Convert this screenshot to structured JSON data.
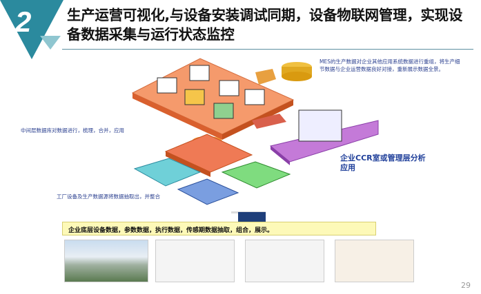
{
  "section_number": "2",
  "title": "生产运营可视化,与设备安装调试同期，设备物联网管理，实现设备数据采集与运行状态监控",
  "annotations": {
    "mes": "MES的生产数据对企业其他应用系统数据进行重组，将生产细节数据与企业运营数据良好对接，重新展示数据全景。",
    "middle_layer": "中间层数据库对数据进行，梳理，合并，应用",
    "factory": "工厂设备及生产数据源将数据抽取出，并整合",
    "ccr": "企业CCR室或管理层分析应用"
  },
  "summary_box": "企业底层设备数据，参数数据，执行数据，传感期数据抽取，组合，展示。",
  "page_number": "29",
  "colors": {
    "teal": "#2b8a9e",
    "light_teal": "#8fc6d0",
    "orange": "#f08a5a",
    "purple": "#b36ad0",
    "yellow_box": "#fdf9b8"
  }
}
